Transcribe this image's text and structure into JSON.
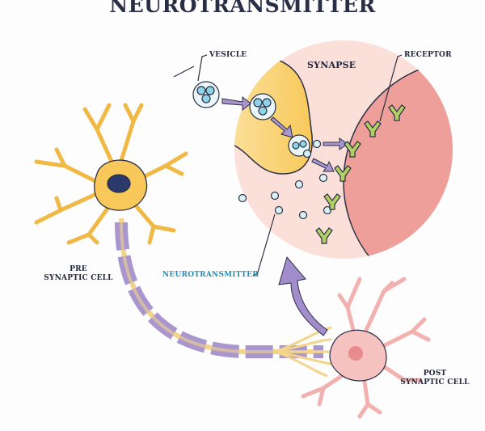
{
  "title": "NEUROTRANSMITTER",
  "labels": {
    "vesicle": "VESICLE",
    "synapse": "SYNAPSE",
    "receptor": "RECEPTOR",
    "pre_line1": "PRE",
    "pre_line2": "SYNAPTIC CELL",
    "neurotransmitter": "NEUROTRANSMITTER",
    "post_line1": "POST",
    "post_line2": "SYNAPTIC CELL"
  },
  "colors": {
    "synapse_bg": "#fbe0da",
    "post_membrane": "#ef9f9a",
    "presynaptic": "#f8c95a",
    "axon_myelin": "#a996cf",
    "postsynaptic": "#f6c2c0",
    "vesicle": "#bfe6ef",
    "receptor": "#b2cf62",
    "arrow": "#a18ccc",
    "neurotransmitter_label": "#2a8fb8"
  }
}
